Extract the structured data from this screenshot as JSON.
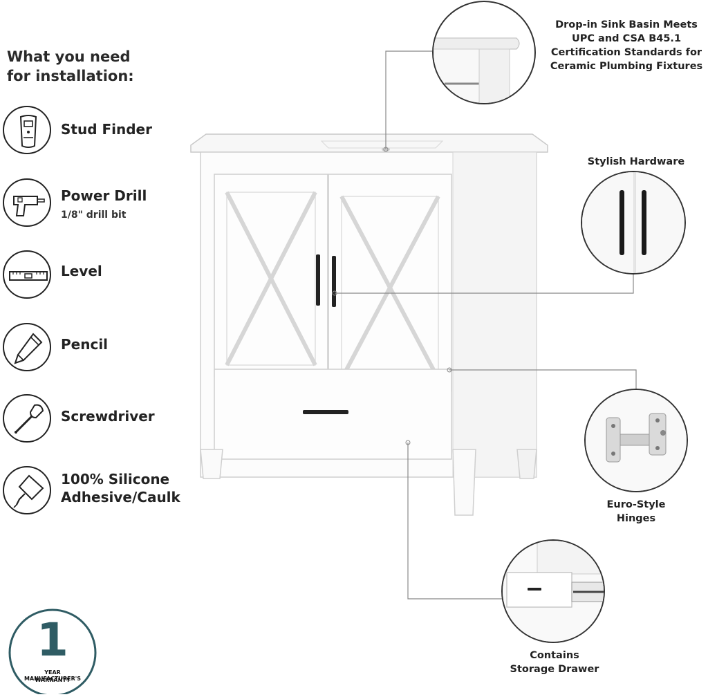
{
  "installation": {
    "heading_line1": "What you need",
    "heading_line2": "for installation:",
    "tools": [
      {
        "label": "Stud Finder",
        "icon": "stud-finder-icon"
      },
      {
        "label": "Power Drill",
        "sub": "1/8\" drill bit",
        "icon": "power-drill-icon"
      },
      {
        "label": "Level",
        "icon": "level-icon"
      },
      {
        "label": "Pencil",
        "icon": "pencil-icon"
      },
      {
        "label": "Screwdriver",
        "icon": "screwdriver-icon"
      },
      {
        "label_line1": "100% Silicone",
        "label_line2": "Adhesive/Caulk",
        "icon": "caulk-tube-icon"
      }
    ]
  },
  "features": {
    "sink": {
      "line1": "Drop-in Sink Basin Meets",
      "line2": "UPC and CSA B45.1",
      "line3": "Certification Standards for",
      "line4": "Ceramic Plumbing Fixtures"
    },
    "hardware": {
      "label": "Stylish Hardware"
    },
    "hinges": {
      "line1": "Euro-Style",
      "line2": "Hinges"
    },
    "drawer": {
      "line1": "Contains",
      "line2": "Storage Drawer"
    }
  },
  "warranty": {
    "number": "1",
    "line1": "YEAR MANUFACTURER'S",
    "line2": "WARRANTY",
    "color": "#2f5c64"
  }
}
